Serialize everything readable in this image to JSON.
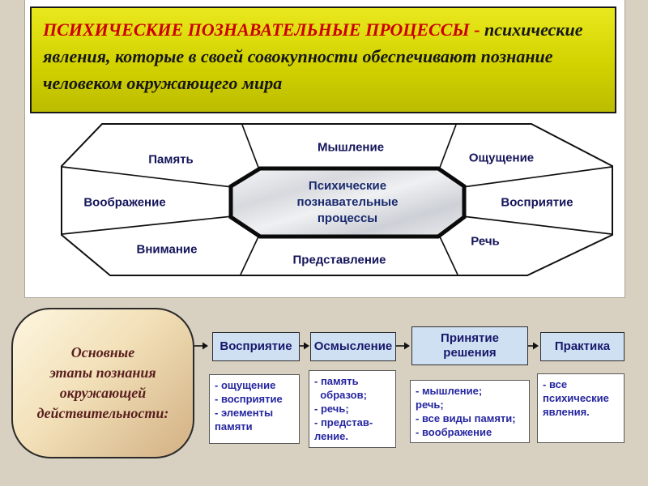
{
  "title": {
    "emphasis": "ПСИХИЧЕСКИЕ ПОЗНАВАТЕЛЬНЫЕ ПРОЦЕССЫ - ",
    "rest": "психические явления, которые в своей совокупности обеспечивают познание человеком окружающего мира"
  },
  "diagram": {
    "center": "Психические\nпознавательные\nпроцессы",
    "labels": {
      "memory": "Память",
      "thinking": "Мышление",
      "sensation": "Ощущение",
      "imagination": "Воображение",
      "perception": "Восприятие",
      "attention": "Внимание",
      "speech": "Речь",
      "representation": "Представление"
    }
  },
  "stages": {
    "intro": "Основные\nэтапы познания\nокружающей\nдействительности:",
    "steps": [
      {
        "label": "Восприятие",
        "details": "- ощущение\n- восприятие\n- элементы\nпамяти"
      },
      {
        "label": "Осмысление",
        "details": "- память\n  образов;\n- речь;\n- представ-\nление."
      },
      {
        "label": "Принятие\nрешения",
        "details": "- мышление;\nречь;\n- все виды памяти;\n- воображение"
      },
      {
        "label": "Практика",
        "details": "- все\nпсихические\nявления."
      }
    ]
  },
  "colors": {
    "accent_red": "#cc0000",
    "banner_yellow": "#d2d200",
    "navy": "#14145a",
    "maroon": "#5a1f1f",
    "stage_blue": "#cfe0f2",
    "background_beige": "#d8d0c0"
  }
}
